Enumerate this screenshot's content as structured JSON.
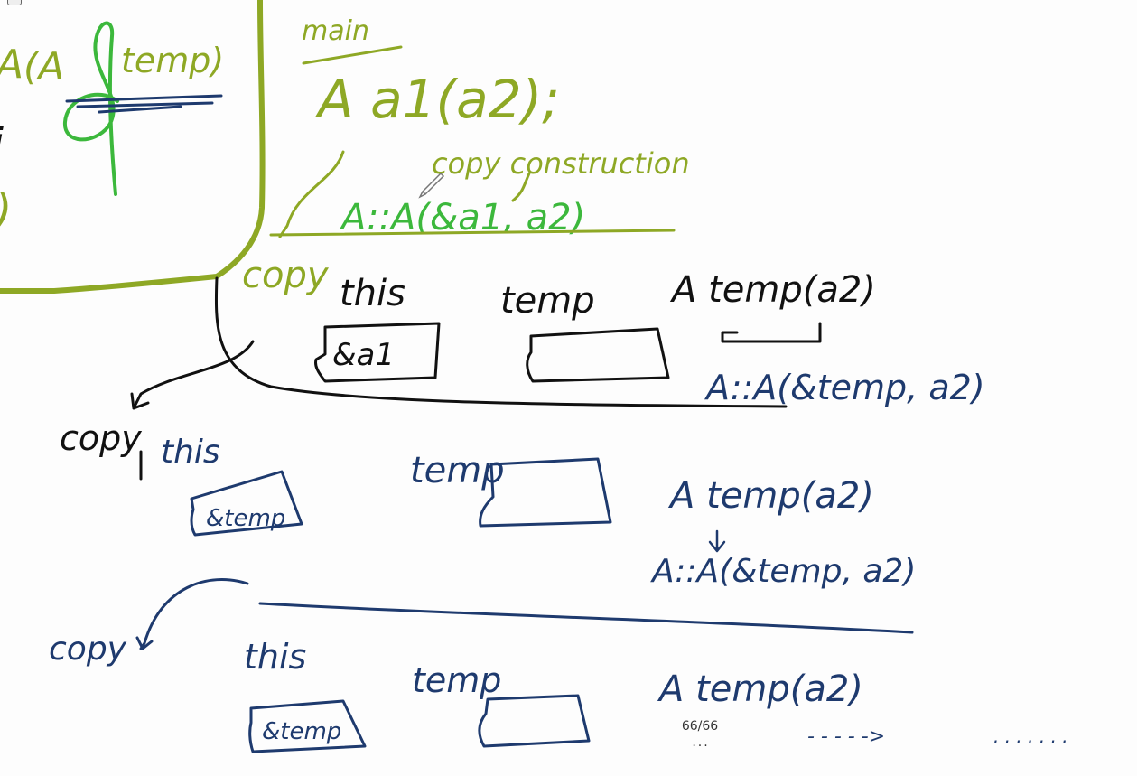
{
  "top_left_box": {
    "letter": "A",
    "params": "(A",
    "temp_label": "temp)",
    "close_paren": ")"
  },
  "main_section": {
    "heading": "main",
    "statement": "A  a1(a2);",
    "annotation": "copy construction",
    "constructor_call": "A::A(&a1, a2)"
  },
  "row1": {
    "copy_label": "copy",
    "this_label": "this",
    "this_value": "&a1",
    "temp_label": "temp",
    "decl": "A temp(a2)",
    "call": "A::A(&temp, a2)"
  },
  "row2": {
    "copy_label": "copy",
    "this_label": "this",
    "this_value": "&temp",
    "temp_label": "temp",
    "decl": "A temp(a2)",
    "call": "A::A(&temp, a2)"
  },
  "row3": {
    "copy_label": "copy",
    "this_label": "this",
    "this_value": "&temp",
    "temp_label": "temp",
    "decl": "A temp(a2)",
    "continuation": "- - - - ->",
    "trailing_dots": ". . .  . . . ."
  },
  "footer": {
    "page_counter": "66/66",
    "page_dots": "..."
  }
}
